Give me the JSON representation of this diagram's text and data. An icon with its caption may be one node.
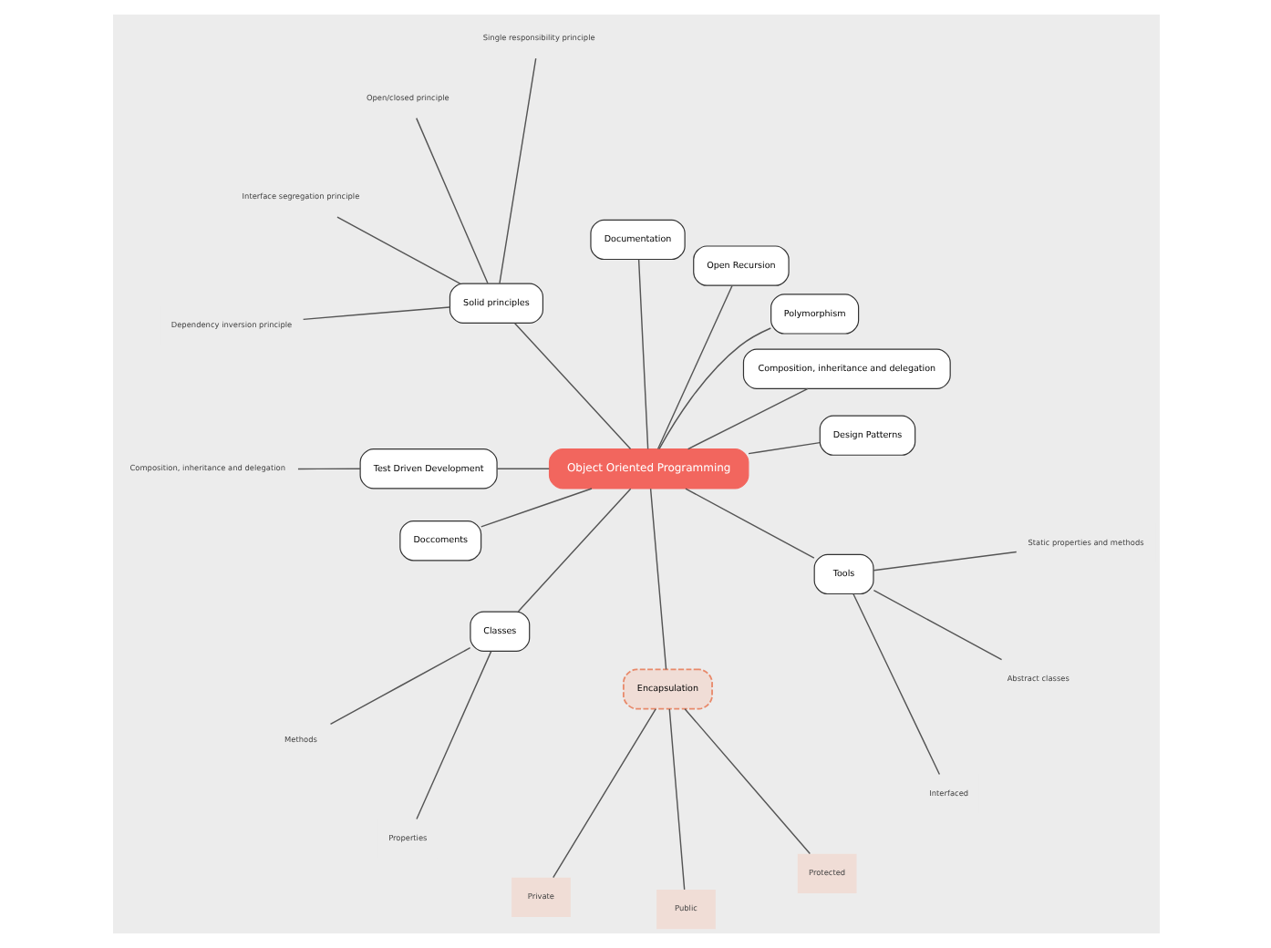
{
  "diagram": {
    "nodes": [
      {
        "text": [
          "Object Oriented Programming"
        ]
      },
      {
        "text": [
          "Design Patterns"
        ]
      },
      {
        "text": [
          "Composition, inheritance and delegation"
        ]
      },
      {
        "text": [
          "Polymorphism"
        ]
      },
      {
        "text": [
          "Open Recursion"
        ]
      },
      {
        "text": [
          "Documentation"
        ]
      },
      {
        "text": [
          "Solid principles"
        ]
      },
      {
        "text": [
          "Single responsibility principle"
        ]
      },
      {
        "text": [
          "Open/closed principle"
        ]
      },
      {
        "text": [
          "Interface segregation principle"
        ]
      },
      {
        "text": [
          "Dependency inversion principle"
        ]
      },
      {
        "text": [
          "Test Driven Development"
        ]
      },
      {
        "text": [
          "Composition, inheritance and delegation"
        ]
      },
      {
        "text": [
          "Doccoments"
        ]
      },
      {
        "text": [
          "Classes"
        ]
      },
      {
        "text": [
          "Methods"
        ]
      },
      {
        "text": [
          "Properties"
        ]
      },
      {
        "text": [
          "Encapsulation"
        ]
      },
      {
        "text": [
          "Private"
        ]
      },
      {
        "text": [
          "Public"
        ]
      },
      {
        "text": [
          "Protected"
        ]
      },
      {
        "text": [
          "Tools"
        ]
      },
      {
        "text": [
          "Interfaced"
        ]
      },
      {
        "text": [
          "Abstract classes"
        ]
      },
      {
        "text": [
          "Static properties and methods"
        ]
      }
    ],
    "edges": [
      {
        "from": 0,
        "to": 1,
        "arrow": "none"
      },
      {
        "from": 0,
        "to": 2,
        "arrow": "none"
      },
      {
        "from": 0,
        "to": 3,
        "arrow": "none"
      },
      {
        "from": 0,
        "to": 4,
        "arrow": "none"
      },
      {
        "from": 0,
        "to": 5,
        "arrow": "none"
      },
      {
        "from": 0,
        "to": 6,
        "arrow": "none"
      },
      {
        "from": 6,
        "to": 7,
        "arrow": "none"
      },
      {
        "from": 6,
        "to": 8,
        "arrow": "none"
      },
      {
        "from": 6,
        "to": 9,
        "arrow": "none"
      },
      {
        "from": 6,
        "to": 10,
        "arrow": "none"
      },
      {
        "from": 0,
        "to": 11,
        "arrow": "none"
      },
      {
        "from": 11,
        "to": 12,
        "arrow": "none"
      },
      {
        "from": 0,
        "to": 13,
        "arrow": "none"
      },
      {
        "from": 0,
        "to": 14,
        "arrow": "none"
      },
      {
        "from": 14,
        "to": 15,
        "arrow": "none"
      },
      {
        "from": 14,
        "to": 16,
        "arrow": "none"
      },
      {
        "from": 0,
        "to": 17,
        "arrow": "none"
      },
      {
        "from": 17,
        "to": 18,
        "arrow": "none"
      },
      {
        "from": 17,
        "to": 19,
        "arrow": "none"
      },
      {
        "from": 17,
        "to": 20,
        "arrow": "none"
      },
      {
        "from": 0,
        "to": 21,
        "arrow": "none"
      },
      {
        "from": 21,
        "to": 22,
        "arrow": "none"
      },
      {
        "from": 21,
        "to": 23,
        "arrow": "none"
      },
      {
        "from": 21,
        "to": 24,
        "arrow": "none"
      }
    ]
  }
}
